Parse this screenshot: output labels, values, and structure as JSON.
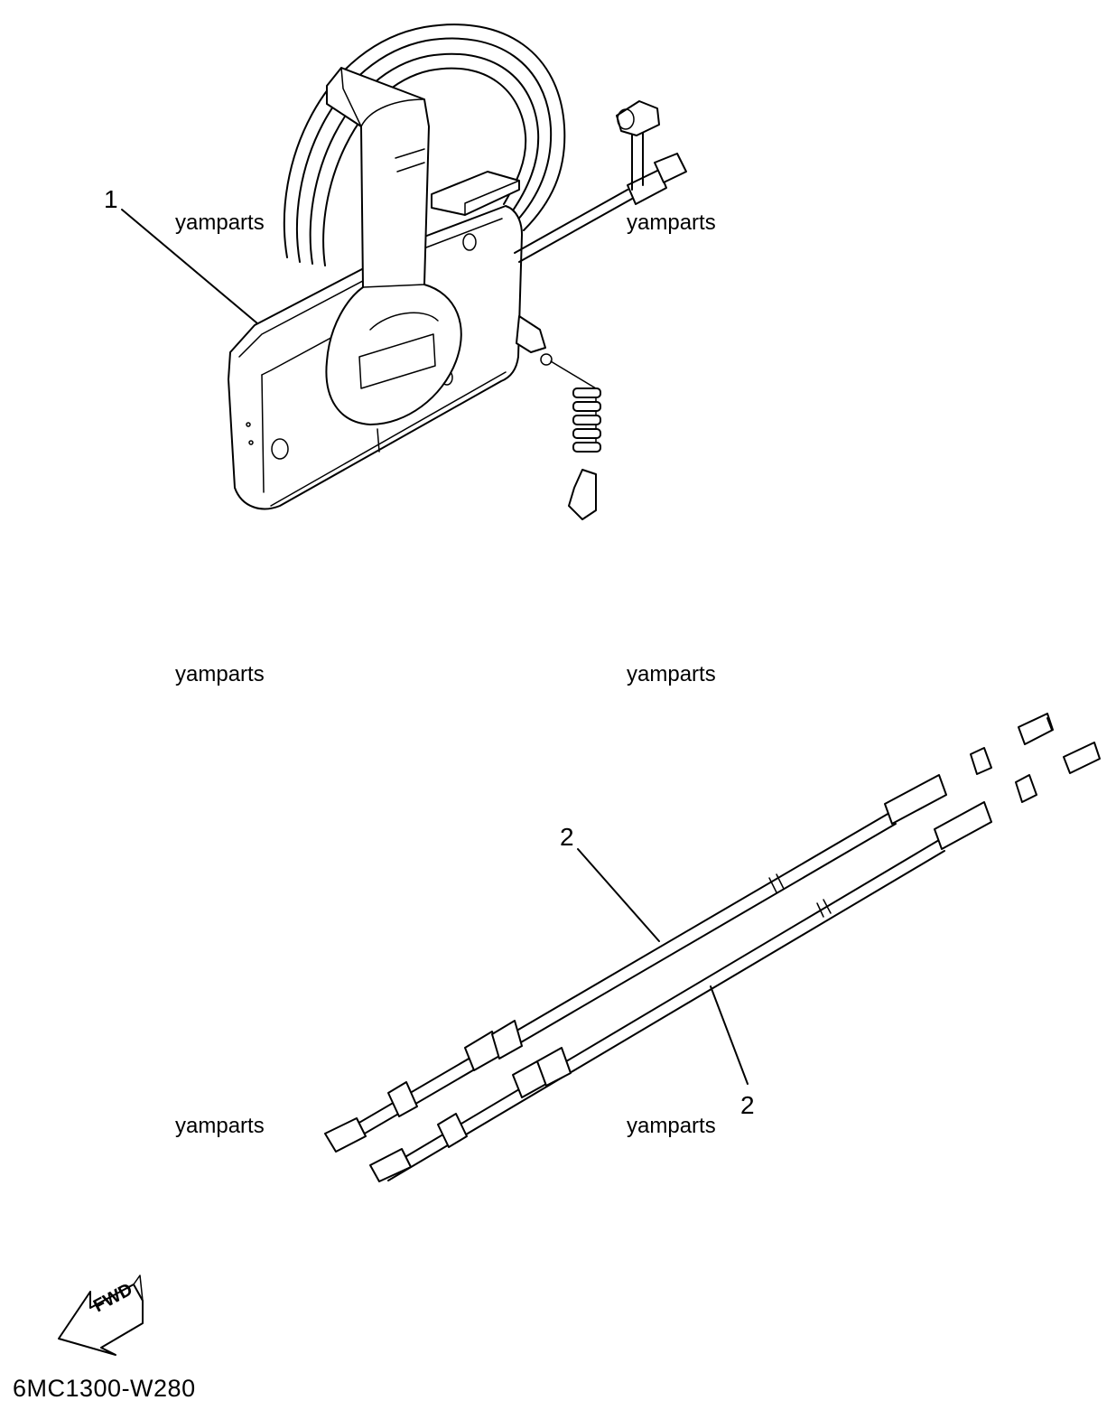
{
  "watermarks": [
    "yamparts",
    "yamparts",
    "yamparts",
    "yamparts",
    "yamparts",
    "yamparts"
  ],
  "callouts": {
    "part_1": "1",
    "part_2a": "2",
    "part_2b": "2"
  },
  "fwd_label": "FWD",
  "diagram_code": "6MC1300-W280"
}
